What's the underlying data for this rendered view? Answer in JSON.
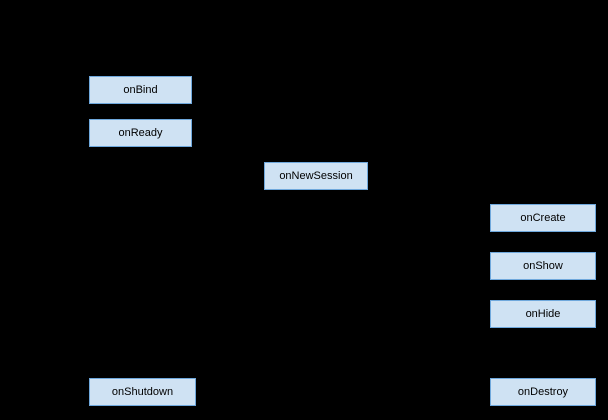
{
  "diagram": {
    "background_color": "#000000",
    "node_fill_color": "#cfe2f3",
    "node_border_color": "#6fa8dc",
    "node_text_color": "#000000",
    "nodes": {
      "onbind": {
        "label": "onBind"
      },
      "onready": {
        "label": "onReady"
      },
      "onnewsession": {
        "label": "onNewSession"
      },
      "oncreate": {
        "label": "onCreate"
      },
      "onshow": {
        "label": "onShow"
      },
      "onhide": {
        "label": "onHide"
      },
      "onshutdown": {
        "label": "onShutdown"
      },
      "ondestroy": {
        "label": "onDestroy"
      }
    }
  }
}
